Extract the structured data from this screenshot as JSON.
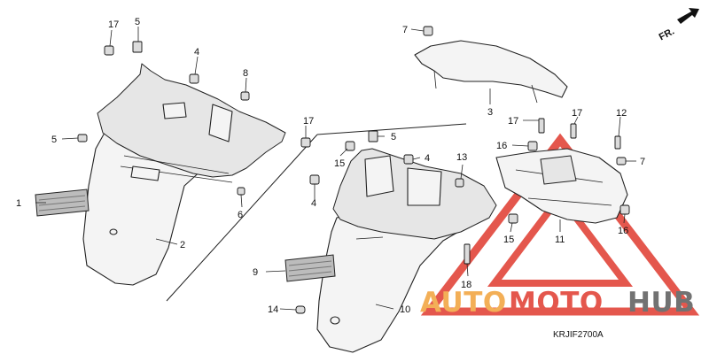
{
  "diagram": {
    "diagram_code": "KRJIF2700A",
    "direction_label": "FR.",
    "watermark": {
      "text_auto": "AUTO",
      "text_moto": "MOTO",
      "text_hub": "HUB",
      "color_orange": "#f2a23a",
      "color_red": "#e03a2f",
      "color_gray": "#5a5a5a"
    },
    "callouts": [
      "1",
      "2",
      "3",
      "4",
      "4",
      "4",
      "5",
      "5",
      "5",
      "6",
      "7",
      "7",
      "8",
      "9",
      "10",
      "11",
      "12",
      "13",
      "14",
      "15",
      "15",
      "16",
      "16",
      "17",
      "17",
      "17",
      "17",
      "18"
    ]
  }
}
